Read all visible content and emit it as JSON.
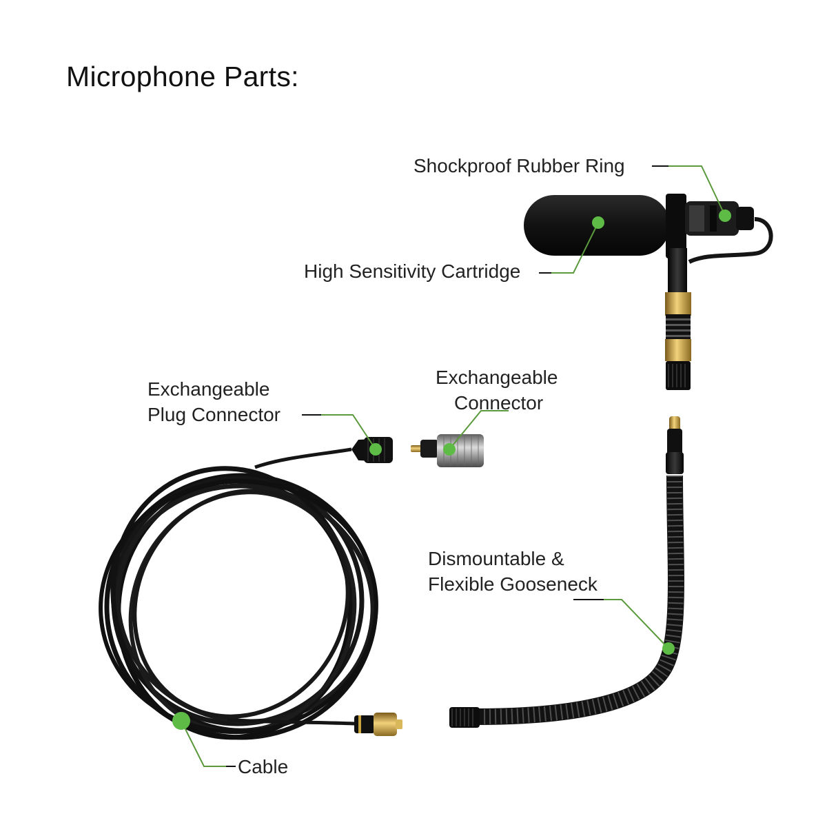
{
  "title": "Microphone Parts:",
  "labels": {
    "shockproof": "Shockproof Rubber Ring",
    "cartridge": "High Sensitivity Cartridge",
    "plug_line1": "Exchangeable",
    "plug_line2": "Plug Connector",
    "connector_line1": "Exchangeable",
    "connector_line2": "Connector",
    "gooseneck_line1": "Dismountable &",
    "gooseneck_line2": "Flexible Gooseneck",
    "cable": "Cable"
  },
  "colors": {
    "accent": "#5dbb46",
    "leader": "#5a9a3c",
    "device": "#151515",
    "brass": "#c9a43e",
    "chrome": "#9a9a9a"
  }
}
